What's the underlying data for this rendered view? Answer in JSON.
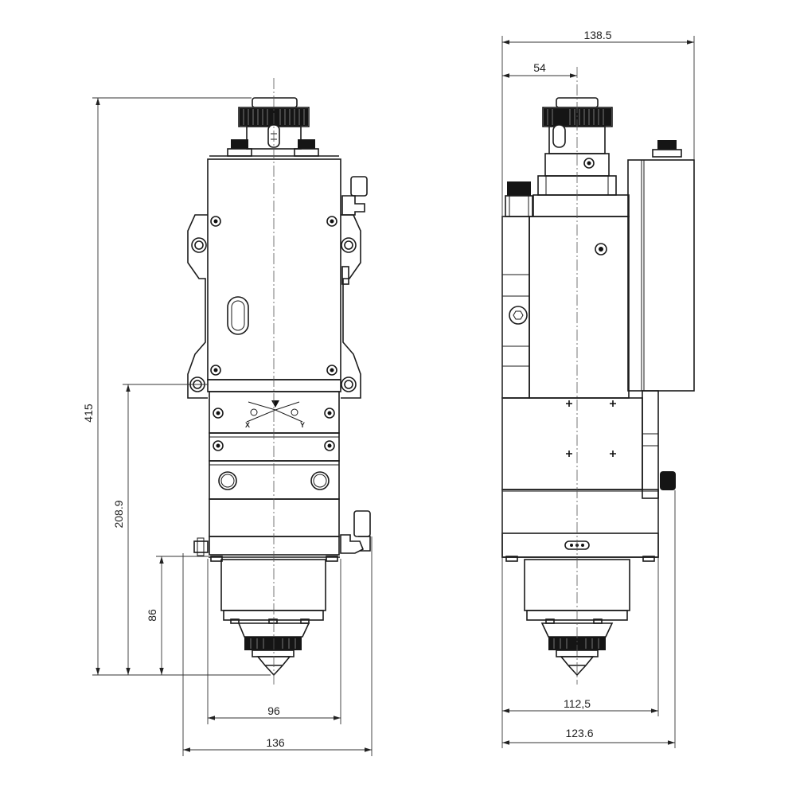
{
  "drawing": {
    "front_view": {
      "dimensions": {
        "overall_height": "415",
        "lower_height": "208.9",
        "nozzle_height": "86",
        "body_width": "96",
        "overall_width": "136"
      },
      "engraving": {
        "x_label": "X",
        "y_label": "Y"
      }
    },
    "side_view": {
      "dimensions": {
        "overall_width": "138.5",
        "offset": "54",
        "body_width": "112,5",
        "base_width": "123.6"
      }
    }
  }
}
